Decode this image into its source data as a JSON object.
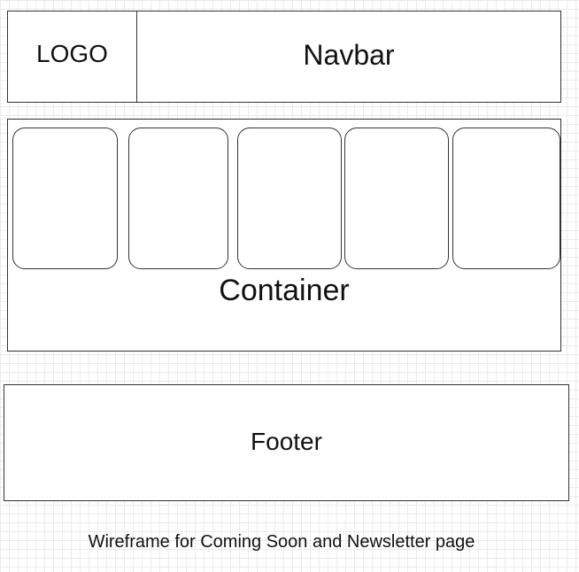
{
  "logo": {
    "label": "LOGO"
  },
  "navbar": {
    "label": "Navbar"
  },
  "container": {
    "label": "Container",
    "card_count": 5
  },
  "footer": {
    "label": "Footer"
  },
  "caption": "Wireframe for Coming Soon and Newsletter page",
  "colors": {
    "background": "#ffffff",
    "grid": "#ebebeb",
    "stroke": "#333333",
    "text": "#111111"
  }
}
